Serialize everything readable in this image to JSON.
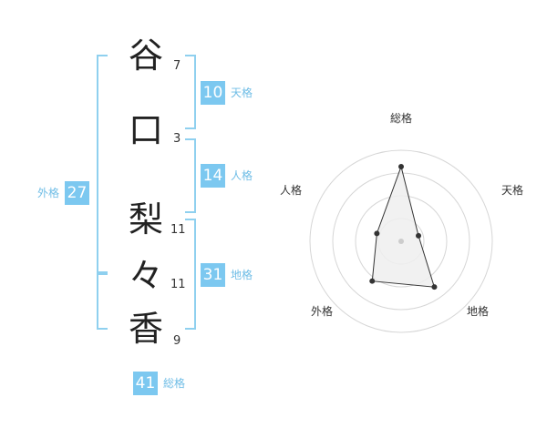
{
  "name": {
    "chars": [
      "谷",
      "口",
      "梨",
      "々",
      "香"
    ],
    "strokes": [
      "7",
      "3",
      "11",
      "11",
      "9"
    ]
  },
  "fortunes": {
    "tenkaku": {
      "label": "天格",
      "value": "10"
    },
    "jinkaku": {
      "label": "人格",
      "value": "14"
    },
    "chikaku": {
      "label": "地格",
      "value": "31"
    },
    "gaikaku": {
      "label": "外格",
      "value": "27"
    },
    "soukaku": {
      "label": "総格",
      "value": "41"
    }
  },
  "colors": {
    "bracket": "#8fd0ef",
    "badge": "#7cc8f0",
    "label": "#6fbde6"
  },
  "chart_data": {
    "type": "radar",
    "axes": [
      "総格",
      "天格",
      "地格",
      "外格",
      "人格"
    ],
    "values": [
      41,
      10,
      31,
      27,
      14
    ],
    "range": [
      0,
      50
    ],
    "rings": 4
  }
}
